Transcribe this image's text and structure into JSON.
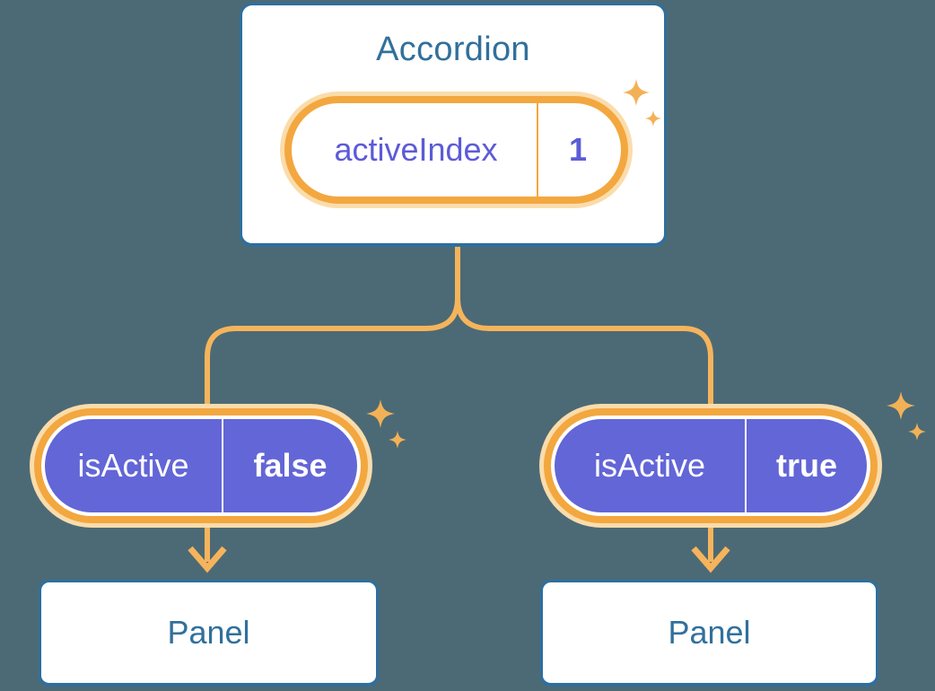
{
  "colors": {
    "background": "#4C6A75",
    "connector": "#F5B45C",
    "ring": "#F3A73F",
    "halo": "#FBDCAB",
    "purple": "#6366D6",
    "indigo": "#5C5BD7",
    "border-blue": "#2E6F9E",
    "text-blue": "#31709C",
    "sparkle": "#F3B156"
  },
  "root": {
    "title": "Accordion",
    "prop": {
      "name": "activeIndex",
      "value": "1"
    }
  },
  "children": [
    {
      "prop": {
        "name": "isActive",
        "value": "false"
      },
      "panel": {
        "title": "Panel"
      }
    },
    {
      "prop": {
        "name": "isActive",
        "value": "true"
      },
      "panel": {
        "title": "Panel"
      }
    }
  ],
  "icons": {
    "sparkle": "sparkle-icon"
  }
}
